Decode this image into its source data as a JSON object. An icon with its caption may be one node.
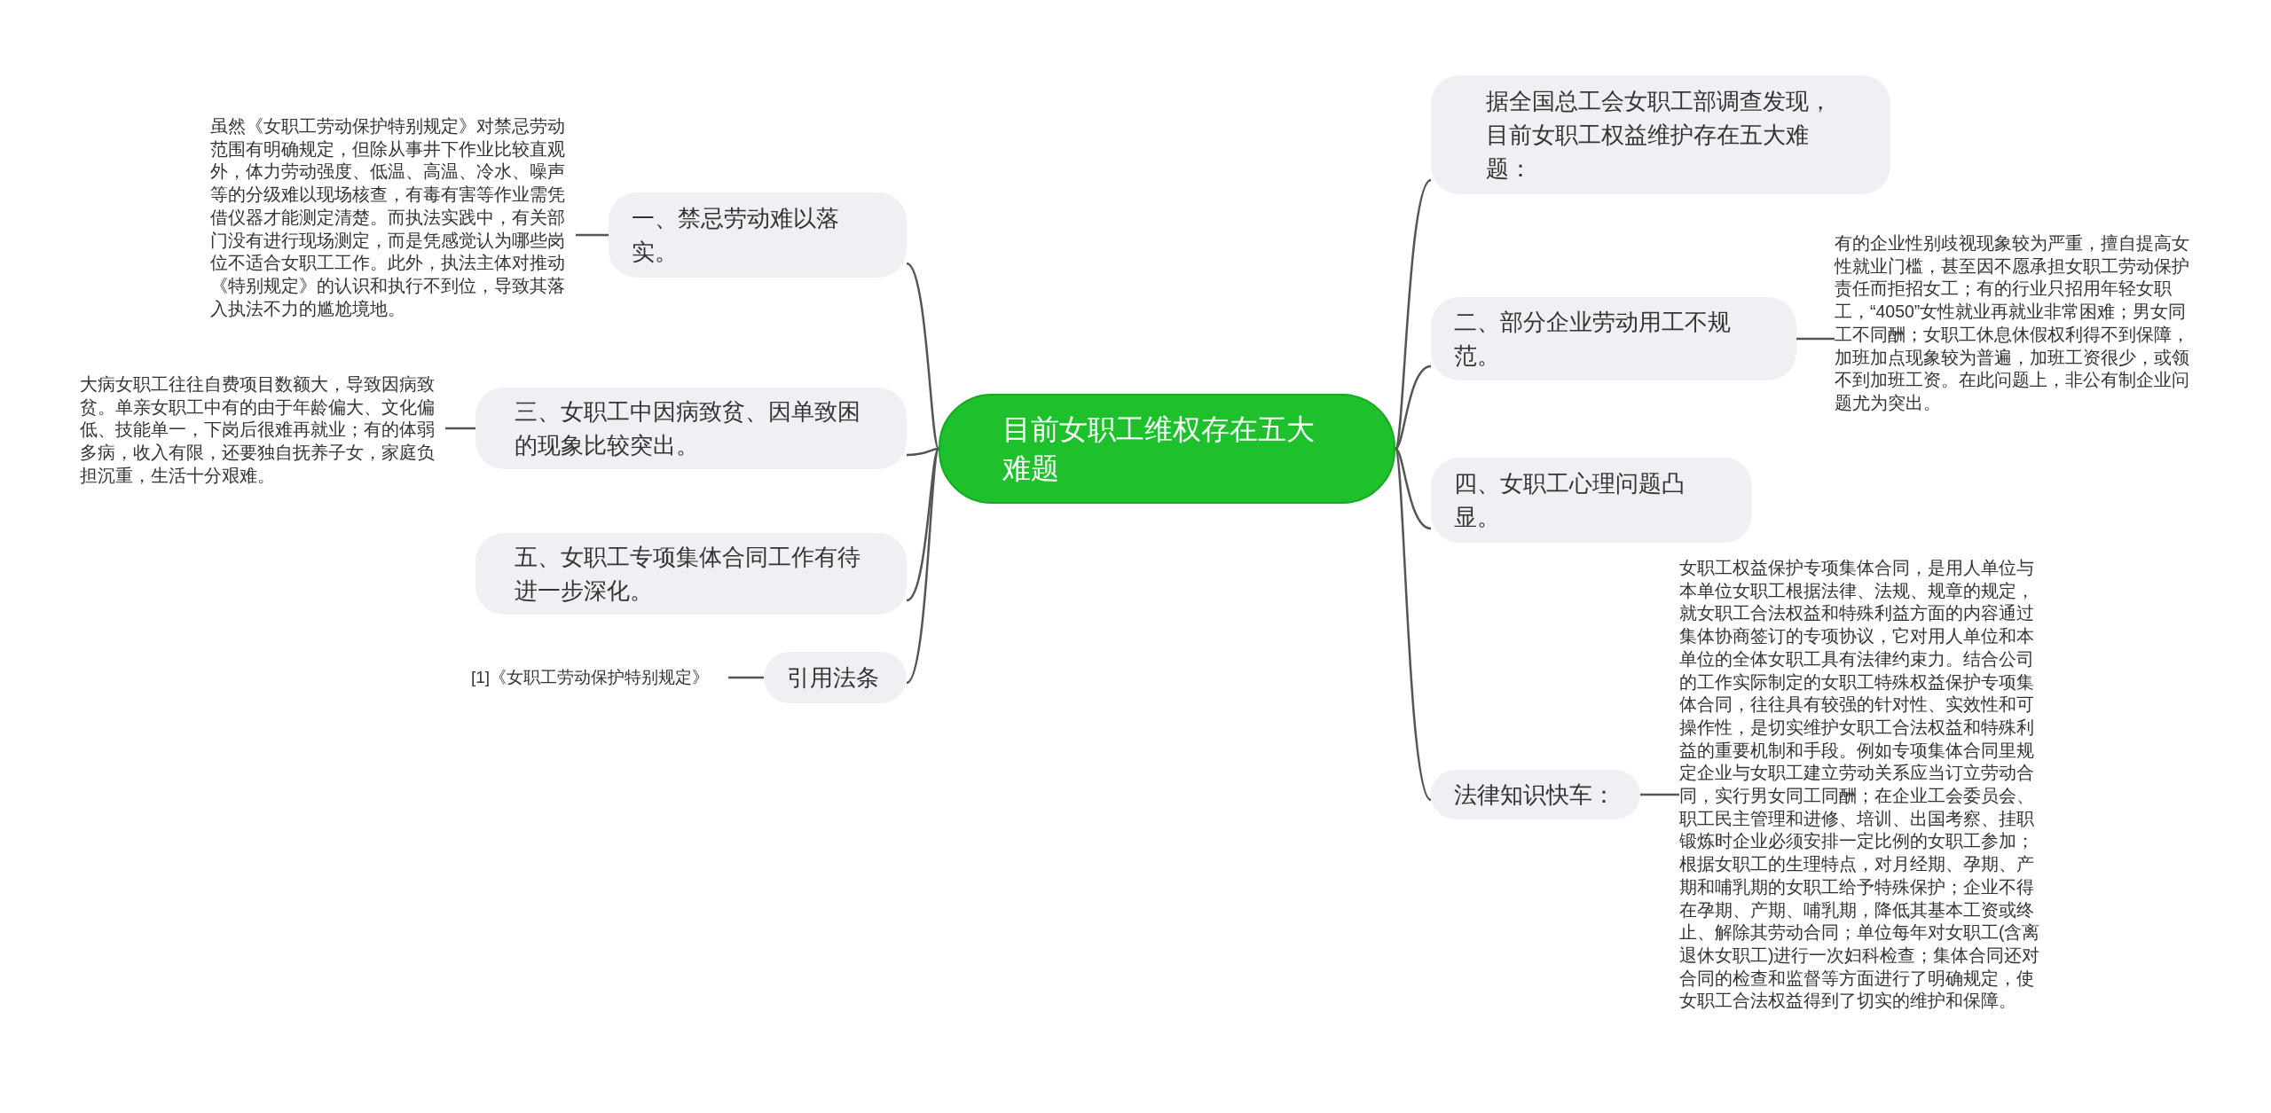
{
  "diagram": {
    "nodes": [
      {
        "text": [
          "目前女职工维权存在五大难题"
        ]
      },
      {
        "text": [
          "据全国总工会女职工部调查发现，目前女职工权益维护存在五大难题："
        ]
      },
      {
        "text": [
          "二、部分企业劳动用工不规范。"
        ]
      },
      {
        "text": [
          "有的企业性别歧视现象较为严重，擅自提高女性就业门槛，甚至因不愿承担女职工劳动保护责任而拒招女工；有的行业只招用年轻女职工，“4050”女性就业再就业非常困难；男女同工不同酬；女职工休息休假权利得不到保障，加班加点现象较为普遍，加班工资很少，或领不到加班工资。在此问题上，非公有制企业问题尤为突出。"
        ]
      },
      {
        "text": [
          "四、女职工心理问题凸显。"
        ]
      },
      {
        "text": [
          "法律知识快车："
        ]
      },
      {
        "text": [
          "女职工权益保护专项集体合同，是用人单位与本单位女职工根据法律、法规、规章的规定，就女职工合法权益和特殊利益方面的内容通过集体协商签订的专项协议，它对用人单位和本单位的全体女职工具有法律约束力。结合公司的工作实际制定的女职工特殊权益保护专项集体合同，往往具有较强的针对性、实效性和可操作性，是切实维护女职工合法权益和特殊利益的重要机制和手段。例如专项集体合同里规定企业与女职工建立劳动关系应当订立劳动合同，实行男女同工同酬；在企业工会委员会、职工民主管理和进修、培训、出国考察、挂职锻炼时企业必须安排一定比例的女职工参加；根据女职工的生理特点，对月经期、孕期、产期和哺乳期的女职工给予特殊保护；企业不得在孕期、产期、哺乳期，降低其基本工资或终止、解除其劳动合同；单位每年对女职工(含离退休女职工)进行一次妇科检查；集体合同还对合同的检查和监督等方面进行了明确规定，使女职工合法权益得到了切实的维护和保障。"
        ]
      },
      {
        "text": [
          "一、禁忌劳动难以落实。"
        ]
      },
      {
        "text": [
          "虽然《女职工劳动保护特别规定》对禁忌劳动范围有明确规定，但除从事井下作业比较直观外，体力劳动强度、低温、高温、冷水、噪声等的分级难以现场核查，有毒有害等作业需凭借仪器才能测定清楚。而执法实践中，有关部门没有进行现场测定，而是凭感觉认为哪些岗位不适合女职工工作。此外，执法主体对推动《特别规定》的认识和执行不到位，导致其落入执法不力的尴尬境地。"
        ]
      },
      {
        "text": [
          "三、女职工中因病致贫、因单致困的现象比较突出。"
        ]
      },
      {
        "text": [
          "大病女职工往往自费项目数额大，导致因病致贫。单亲女职工中有的由于年龄偏大、文化偏低、技能单一，下岗后很难再就业；有的体弱多病，收入有限，还要独自抚养子女，家庭负担沉重，生活十分艰难。"
        ]
      },
      {
        "text": [
          "五、女职工专项集体合同工作有待进一步深化。"
        ]
      },
      {
        "text": [
          "引用法条"
        ]
      },
      {
        "text": [
          "[1]《女职工劳动保护特别规定》"
        ]
      }
    ],
    "edges": [
      {
        "from": 0,
        "to": 1,
        "arrow": "none"
      },
      {
        "from": 0,
        "to": 2,
        "arrow": "none"
      },
      {
        "from": 2,
        "to": 3,
        "arrow": "none"
      },
      {
        "from": 0,
        "to": 4,
        "arrow": "none"
      },
      {
        "from": 0,
        "to": 5,
        "arrow": "none"
      },
      {
        "from": 5,
        "to": 6,
        "arrow": "none"
      },
      {
        "from": 0,
        "to": 7,
        "arrow": "none"
      },
      {
        "from": 7,
        "to": 8,
        "arrow": "none"
      },
      {
        "from": 0,
        "to": 9,
        "arrow": "none"
      },
      {
        "from": 9,
        "to": 10,
        "arrow": "none"
      },
      {
        "from": 0,
        "to": 11,
        "arrow": "none"
      },
      {
        "from": 0,
        "to": 12,
        "arrow": "none"
      },
      {
        "from": 12,
        "to": 13,
        "arrow": "none"
      }
    ]
  }
}
